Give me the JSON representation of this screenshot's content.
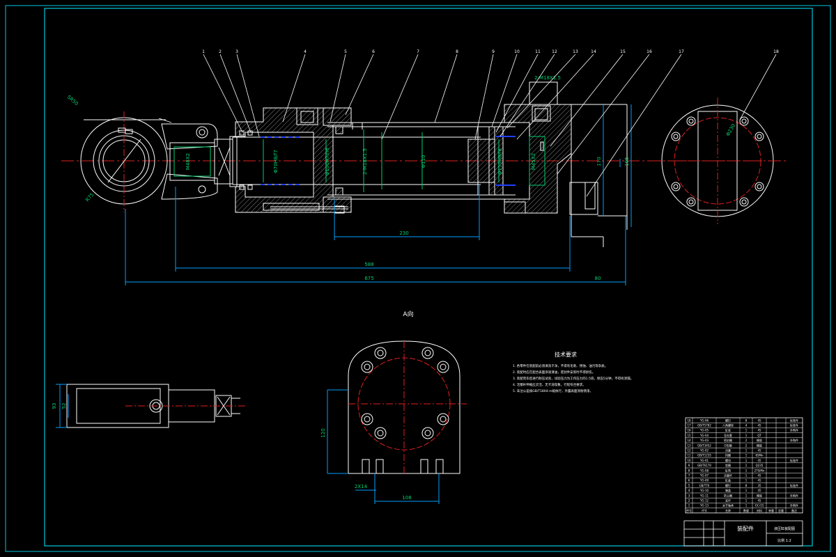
{
  "colors": {
    "background": "#000000",
    "frame": "#00c8e0",
    "outline": "#ffffff",
    "centerline": "#e02020",
    "dimension": "#00a0ff",
    "leader": "#ffffff",
    "hatch": "#c0c0c0",
    "green": "#00d070",
    "yellow": "#f0e020",
    "seal_blue": "#2040ff"
  },
  "balloons": [
    "1",
    "2",
    "3",
    "4",
    "5",
    "6",
    "7",
    "8",
    "9",
    "10",
    "11",
    "12",
    "13",
    "14",
    "15",
    "16",
    "17",
    "18"
  ],
  "dimensions": {
    "stroke": "230",
    "length_mid": "588",
    "length_total": "675",
    "length_end": "80",
    "height_170": "170",
    "height_195": "195",
    "view_a_height": "120",
    "view_a_width": "108",
    "view_a_slot": "2X14",
    "side_93": "93",
    "side_52": "52",
    "dia_bore": "Φ110",
    "dia_rod": "Φ70H8/f7",
    "dia_piston": "Φ100H7/h6",
    "dia_thread_left": "M48X2",
    "dia_thread_right": "M45X2",
    "dia_110h8": "Φ110H8/f8",
    "port_thread": "2-M18X1.5",
    "port_top": "2-M18X1.5",
    "sphere_left": "SR50",
    "circle_left": "R75",
    "right_view_pcd": "Φ230"
  },
  "view_label": "A向",
  "tech_requirements": {
    "title": "技术要求",
    "lines": [
      "1. 各零件在装配前必须清洗干净，不得有毛刺、锈蚀、油污等杂质。",
      "2. 装配时应在配合表面涂润滑油，密封件安装时不得损伤。",
      "3. 装配完毕后进行耐压试验，试验压力为工作压力的1.5倍，保压5分钟，不得有渗漏。",
      "4. 活塞杆伸缩应灵活，无卡滞现象，行程符合要求。",
      "5. 未注公差按GB/T1804-m级执行，外露表面涂防锈漆。"
    ]
  },
  "bom": {
    "rows": [
      [
        "18",
        "YG-06",
        "螺钉",
        "8",
        "45",
        "",
        "",
        "标准件"
      ],
      [
        "17",
        "GB/T5782",
        "六角螺栓",
        "4",
        "45",
        "",
        "",
        "标准件"
      ],
      [
        "16",
        "YG-05",
        "缸底",
        "1",
        "45",
        "",
        "",
        "外购件"
      ],
      [
        "15",
        "YG-04",
        "导向套",
        "1",
        "QT",
        "",
        "",
        ""
      ],
      [
        "14",
        "YG-03",
        "密封圈",
        "2",
        "橡胶",
        "",
        "",
        "外购件"
      ],
      [
        "13",
        "GB/T3452",
        "O形圈",
        "2",
        "橡胶",
        "",
        "",
        ""
      ],
      [
        "12",
        "YG-02",
        "活塞",
        "1",
        "45",
        "",
        "",
        ""
      ],
      [
        "11",
        "GB/T1235",
        "挡圈",
        "1",
        "65Mn",
        "",
        "",
        ""
      ],
      [
        "10",
        "YG-01",
        "螺母",
        "1",
        "45",
        "",
        "",
        "标准件"
      ],
      [
        "9",
        "GB/T6170",
        "垫圈",
        "1",
        "Q235",
        "",
        "",
        ""
      ],
      [
        "8",
        "YG-08",
        "缸筒",
        "1",
        "27SiMn",
        "",
        "",
        ""
      ],
      [
        "7",
        "YG-07",
        "活塞杆",
        "1",
        "45",
        "",
        "",
        ""
      ],
      [
        "6",
        "YG-09",
        "缸盖",
        "1",
        "45",
        "",
        "",
        ""
      ],
      [
        "5",
        "GB/T70",
        "螺钉",
        "8",
        "35",
        "",
        "",
        "标准件"
      ],
      [
        "4",
        "YG-10",
        "端盖",
        "1",
        "45",
        "",
        "",
        ""
      ],
      [
        "3",
        "YG-11",
        "防尘圈",
        "1",
        "橡胶",
        "",
        "",
        "外购件"
      ],
      [
        "2",
        "YG-12",
        "耳环",
        "1",
        "45",
        "",
        "",
        ""
      ],
      [
        "1",
        "YG-13",
        "关节轴承",
        "1",
        "GCr15",
        "",
        "",
        "外购件"
      ]
    ],
    "header": [
      "序号",
      "代号",
      "名称",
      "数量",
      "材料",
      "单重",
      "总重",
      "备注"
    ]
  },
  "title_block": {
    "name": "装配件",
    "drawing_title": "液压缸装配图",
    "scale_note": "比例 1:2"
  }
}
